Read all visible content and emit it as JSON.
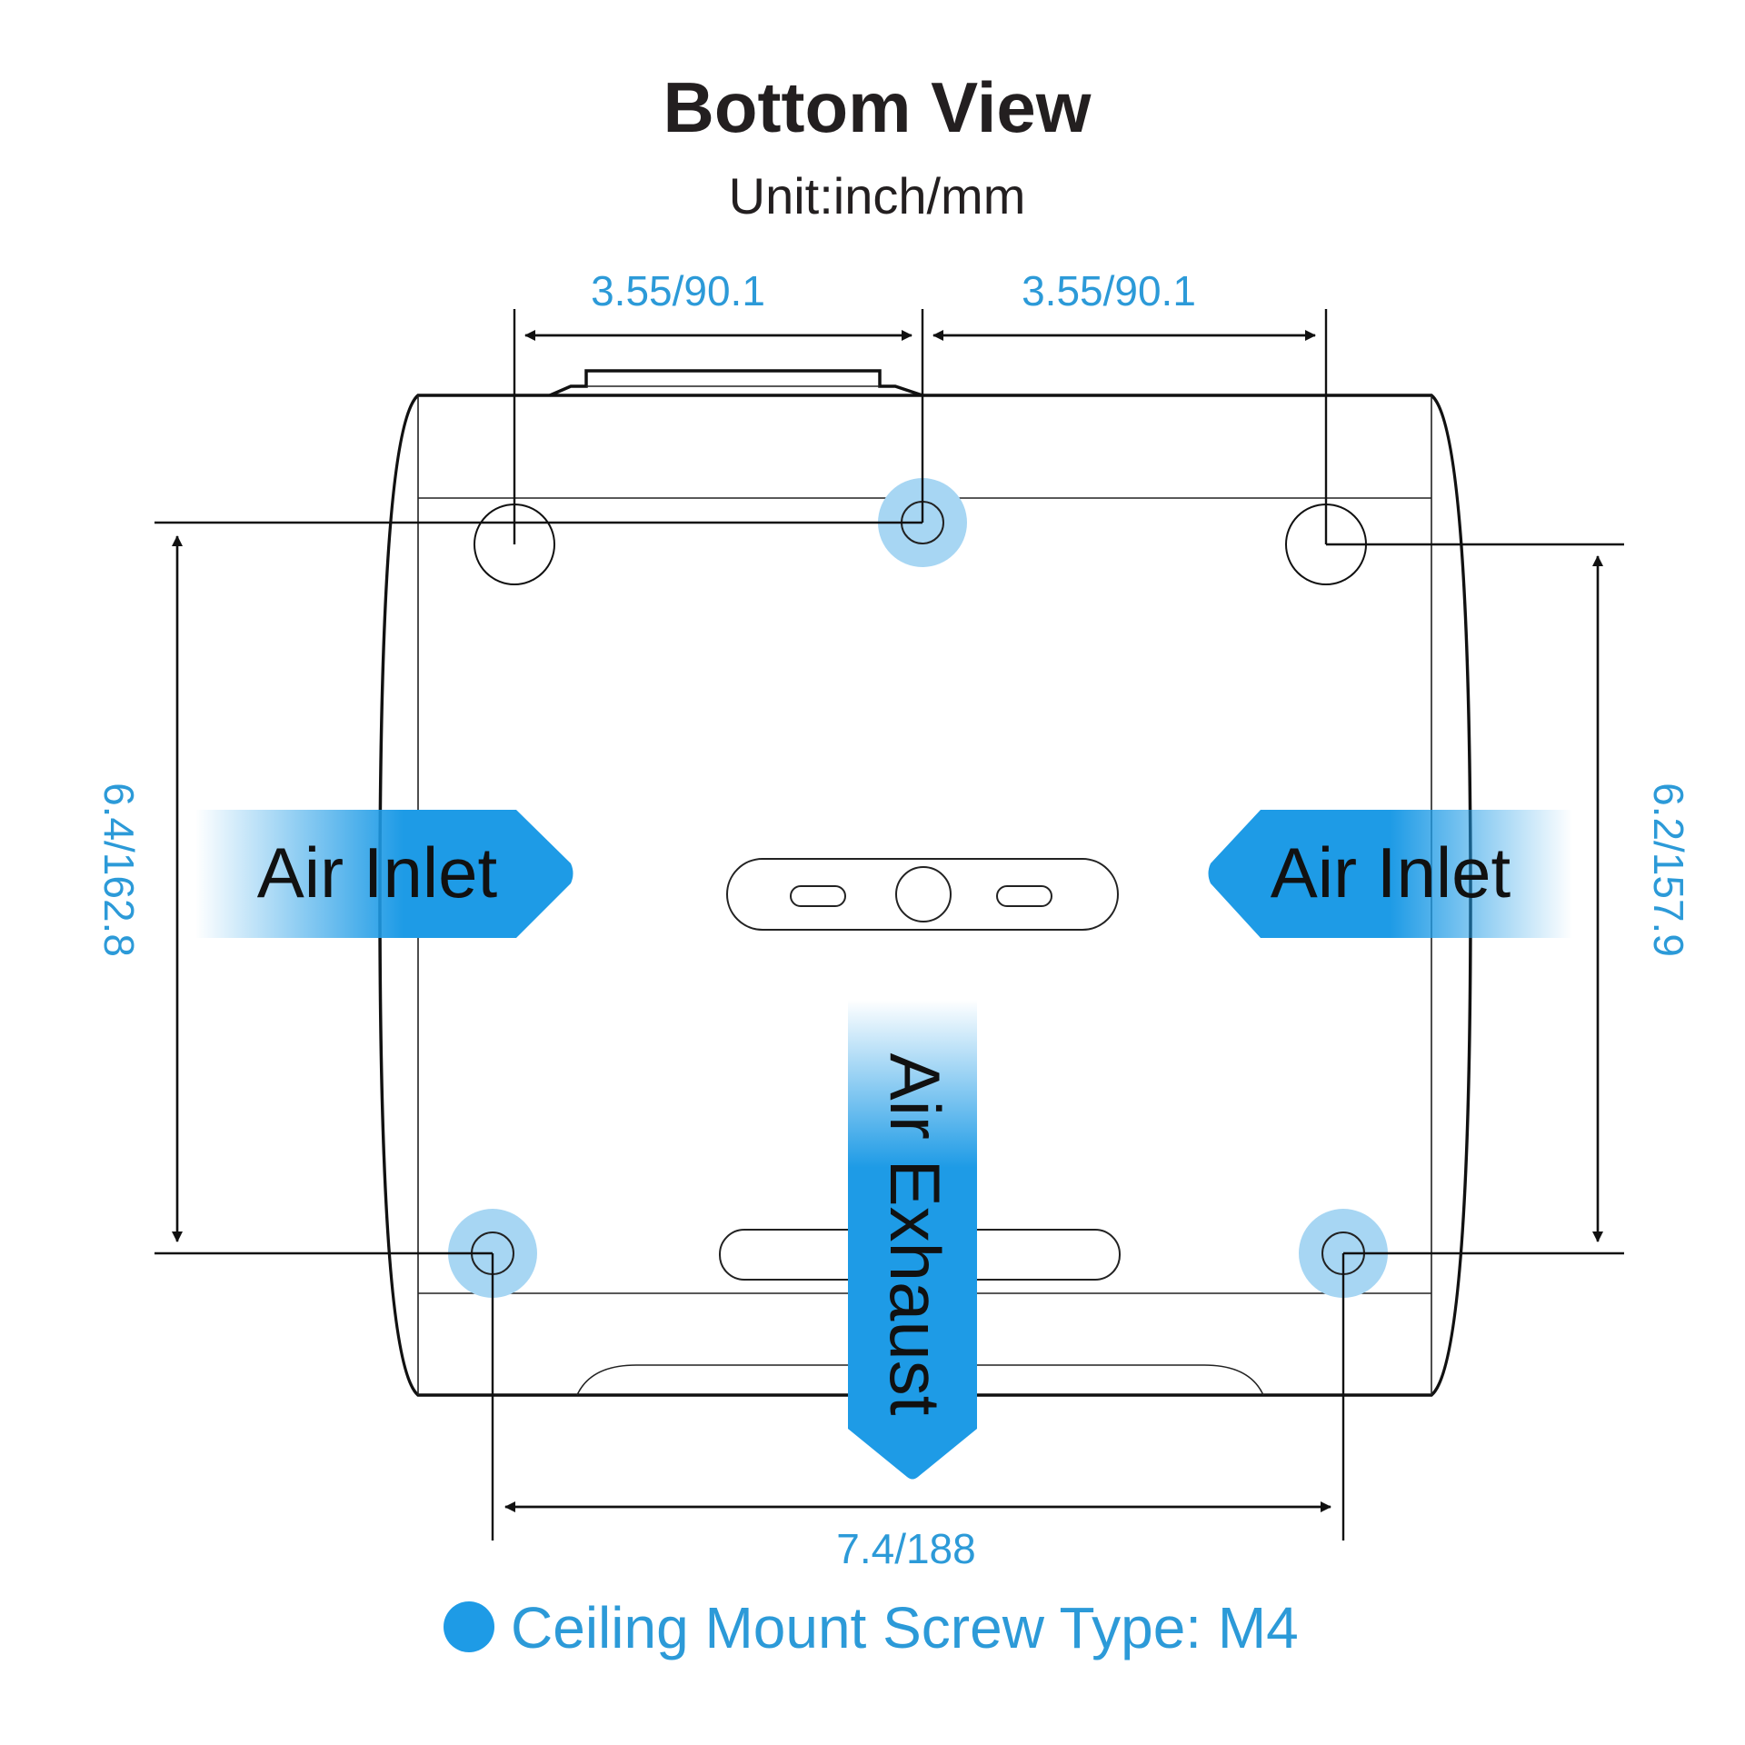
{
  "header": {
    "title": "Bottom View",
    "unit": "Unit:inch/mm"
  },
  "dimensions": {
    "top_left": "3.55/90.1",
    "top_right": "3.55/90.1",
    "left_height": "6.4/162.8",
    "right_height": "6.2/157.9",
    "bottom_width": "7.4/188"
  },
  "airflow": {
    "left_inlet": "Air Inlet",
    "right_inlet": "Air Inlet",
    "exhaust": "Air Exhaust"
  },
  "legend": {
    "text": "Ceiling Mount Screw Type: M4"
  },
  "colors": {
    "accent": "#1e9be6",
    "accent_light": "#a7d6f3",
    "dimension_text": "#2c9ad8",
    "outline": "#111111"
  }
}
